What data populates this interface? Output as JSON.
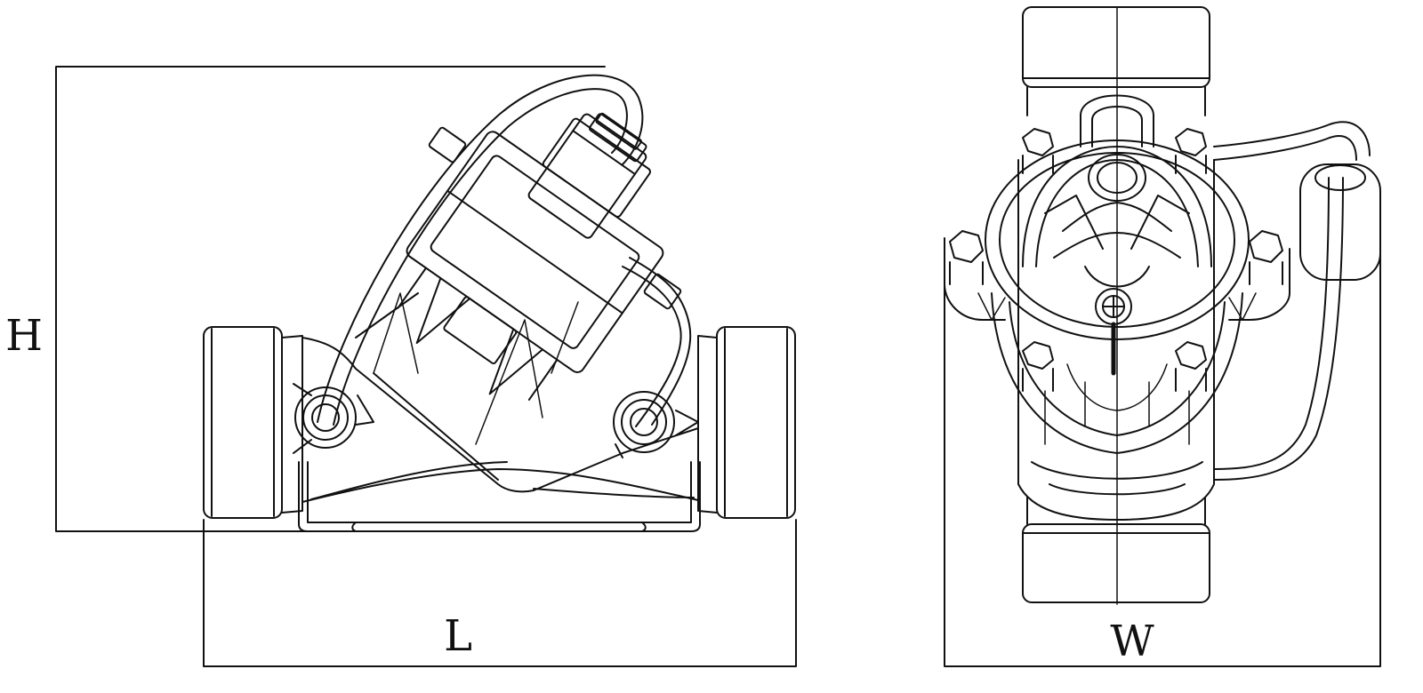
{
  "diagram": {
    "dimension_labels": {
      "height": "H",
      "length": "L",
      "width": "W"
    },
    "views": [
      {
        "id": "side-view",
        "dimensions": [
          "H",
          "L"
        ]
      },
      {
        "id": "end-view",
        "dimensions": [
          "W"
        ]
      }
    ],
    "colors": {
      "line": "#111111",
      "background": "#ffffff"
    }
  }
}
